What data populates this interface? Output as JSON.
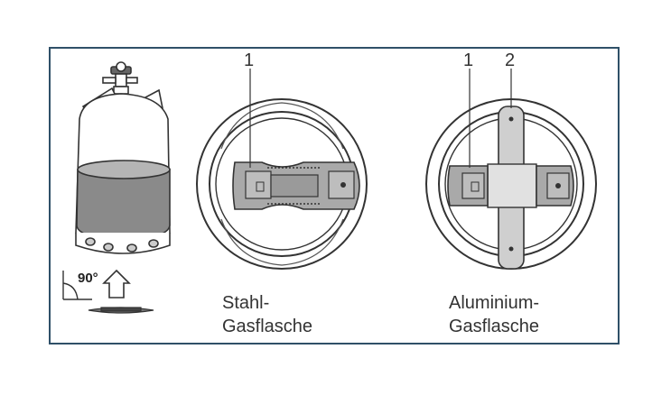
{
  "figure": {
    "frame_color": "#2f5068",
    "angle_label": "90°",
    "steel": {
      "callout": "1",
      "caption_line1": "Stahl-",
      "caption_line2": "Gasflasche"
    },
    "aluminium": {
      "callout_1": "1",
      "callout_2": "2",
      "caption_line1": "Aluminium-",
      "caption_line2": "Gasflasche"
    }
  }
}
